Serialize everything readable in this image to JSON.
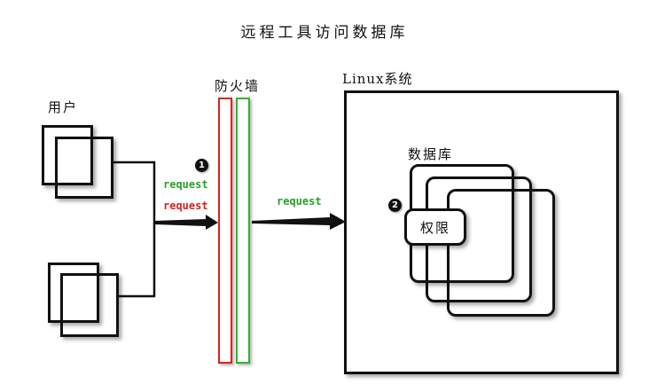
{
  "title": "远程工具访问数据库",
  "user_label": "用户",
  "firewall_label": "防火墙",
  "linux_label": "Linux系统",
  "database_label": "数据库",
  "permission_label": "权限",
  "request_green": "request",
  "request_red": "request",
  "request_right": "request",
  "step1": "1",
  "step2": "2",
  "colors": {
    "firewall_outer": "#e02020",
    "firewall_inner": "#2fb52f",
    "request_green": "#2aa02a",
    "request_red": "#d81e1e"
  }
}
